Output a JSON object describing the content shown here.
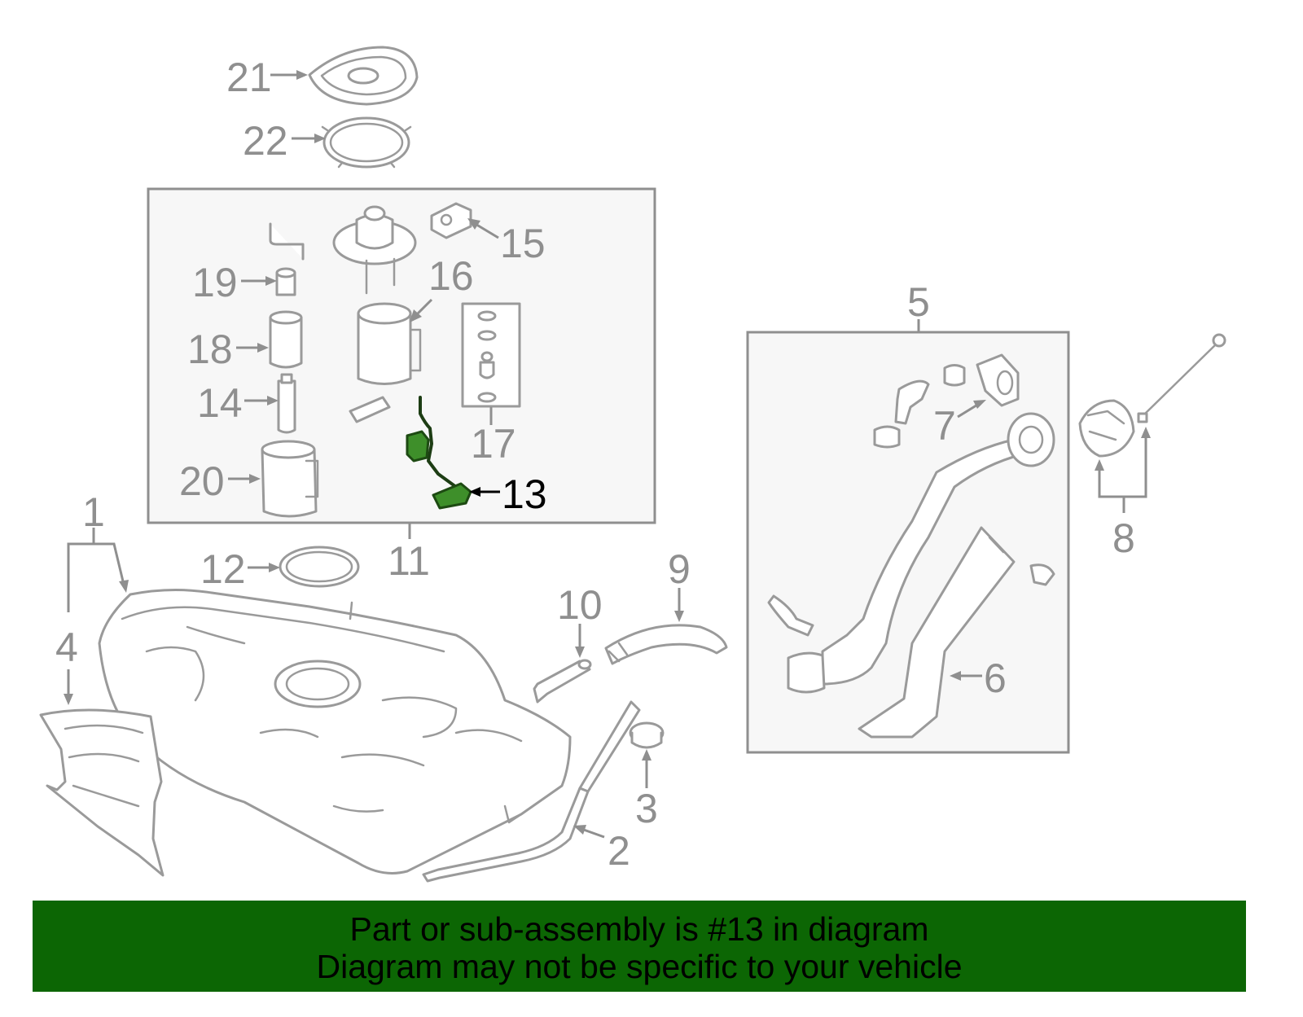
{
  "diagram": {
    "highlighted_part": "13",
    "colors": {
      "highlight": "#3e8f2a",
      "banner": "#0c6604",
      "line": "#9a9a9a",
      "box": "#f7f7f7"
    },
    "callouts": {
      "c1": "1",
      "c2": "2",
      "c3": "3",
      "c4": "4",
      "c5": "5",
      "c6": "6",
      "c7": "7",
      "c8": "8",
      "c9": "9",
      "c10": "10",
      "c11": "11",
      "c12": "12",
      "c13": "13",
      "c14": "14",
      "c15": "15",
      "c16": "16",
      "c17": "17",
      "c18": "18",
      "c19": "19",
      "c20": "20",
      "c21": "21",
      "c22": "22"
    }
  },
  "banner": {
    "line1": "Part or sub-assembly is #13 in diagram",
    "line2": "Diagram may not be specific to your vehicle"
  }
}
